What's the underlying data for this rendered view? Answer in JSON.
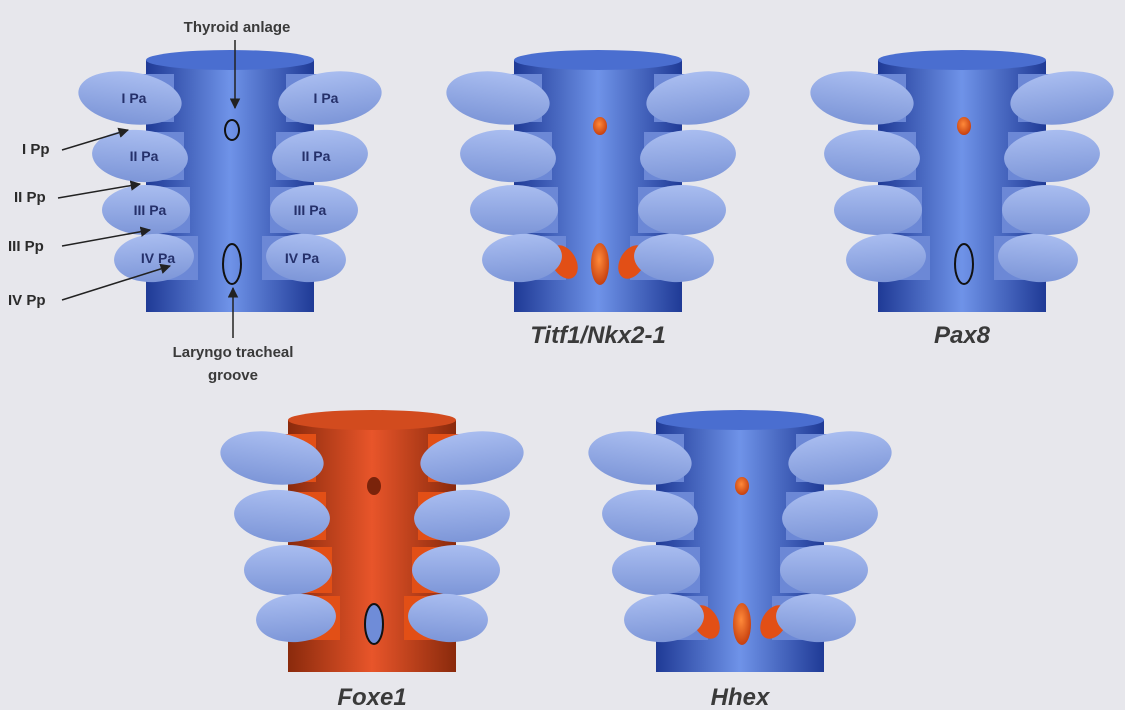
{
  "colors": {
    "background": "#e7e7ec",
    "tube_blue": "#3f63c4",
    "pouch_blue": "#8ea6e2",
    "expression_orange": "#e24f16",
    "outline": "#111111"
  },
  "panels": [
    {
      "id": "reference",
      "title": "",
      "annotations": {
        "thyroid_anlage": "Thyroid anlage",
        "groove_line1": "Laryngo tracheal",
        "groove_line2": "groove"
      },
      "arch_labels": [
        "I Pa",
        "II Pa",
        "III Pa",
        "IV Pa"
      ],
      "pouch_labels": [
        "I Pp",
        "II Pp",
        "III Pp",
        "IV Pp"
      ],
      "expression": {
        "tube": false,
        "anlage": false,
        "groove": false,
        "pouches": false,
        "distal_pouch": false
      }
    },
    {
      "id": "titf1",
      "title": "Titf1/Nkx2-1",
      "expression": {
        "tube": false,
        "anlage": true,
        "groove": true,
        "pouches": false,
        "distal_pouch": true
      }
    },
    {
      "id": "pax8",
      "title": "Pax8",
      "expression": {
        "tube": false,
        "anlage": true,
        "groove": false,
        "pouches": false,
        "distal_pouch": false
      }
    },
    {
      "id": "foxe1",
      "title": "Foxe1",
      "expression": {
        "tube": true,
        "anlage": true,
        "groove": false,
        "pouches": true,
        "distal_pouch": false
      }
    },
    {
      "id": "hhex",
      "title": "Hhex",
      "expression": {
        "tube": false,
        "anlage": true,
        "groove": true,
        "pouches": false,
        "distal_pouch": true
      }
    }
  ]
}
